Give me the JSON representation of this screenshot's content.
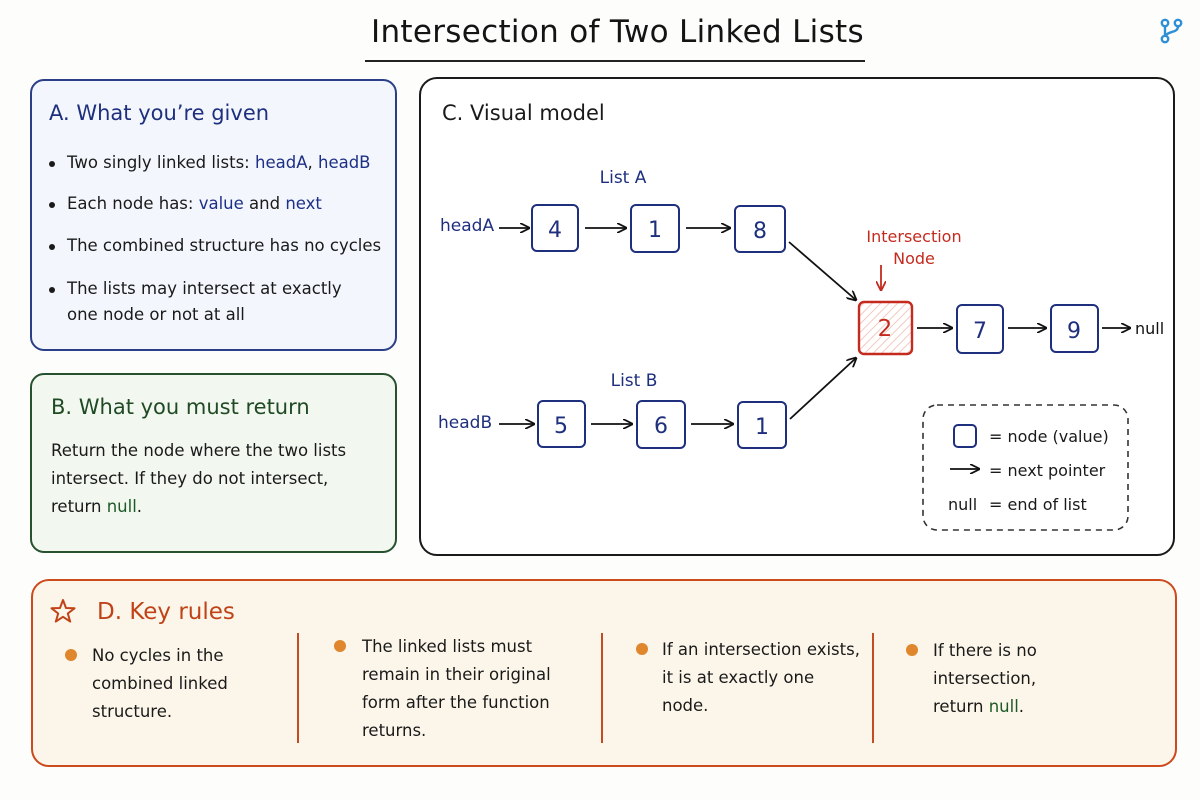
{
  "title": "Intersection of Two Linked Lists",
  "icons": {
    "branch": "git-branch-icon",
    "star": "star-icon"
  },
  "colors": {
    "given": "#2b3f88",
    "return": "#27512f",
    "visual": "#1a1a1a",
    "rules": "#cc4a1c",
    "intersection": "#c42a1e",
    "node": "#1e2f7e",
    "rule_dot": "#e0862d"
  },
  "given": {
    "heading": "A. What you’re given",
    "items": [
      {
        "pre": "Two singly linked lists: ",
        "code1": "headA",
        "mid": ", ",
        "code2": "headB",
        "post": ""
      },
      {
        "pre": "Each node has: ",
        "code1": "value",
        "mid": " and ",
        "code2": "next",
        "post": ""
      },
      {
        "pre": "The combined structure has no cycles"
      },
      {
        "pre": "The lists may intersect at exactly one node or not at all"
      }
    ]
  },
  "returns": {
    "heading": "B. What you must return",
    "text_pre": "Return the node where the two lists intersect. If they do not intersect, return ",
    "code": "null",
    "text_post": "."
  },
  "visual": {
    "heading": "C. Visual model",
    "list_a_label": "List A",
    "list_b_label": "List B",
    "head_a": "headA",
    "head_b": "headB",
    "list_a_values": [
      "4",
      "1",
      "8"
    ],
    "list_b_values": [
      "5",
      "6",
      "1"
    ],
    "intersection_label_line1": "Intersection",
    "intersection_label_line2": "Node",
    "shared_values": [
      "2",
      "7",
      "9"
    ],
    "null_label": "null",
    "legend": [
      {
        "symbol": "node-box",
        "text": "= node (value)"
      },
      {
        "symbol": "arrow",
        "text": "= next pointer"
      },
      {
        "symbol": "null",
        "label": "null",
        "text": "= end of list"
      }
    ]
  },
  "rules": {
    "heading": "D. Key rules",
    "items": [
      {
        "text": "No cycles in the combined linked structure."
      },
      {
        "text": "The linked lists must remain in their original form after the function returns."
      },
      {
        "text": "If an intersection exists, it is at exactly one node."
      },
      {
        "text_pre": "If there is no intersection, return ",
        "code": "null",
        "text_post": "."
      }
    ]
  }
}
